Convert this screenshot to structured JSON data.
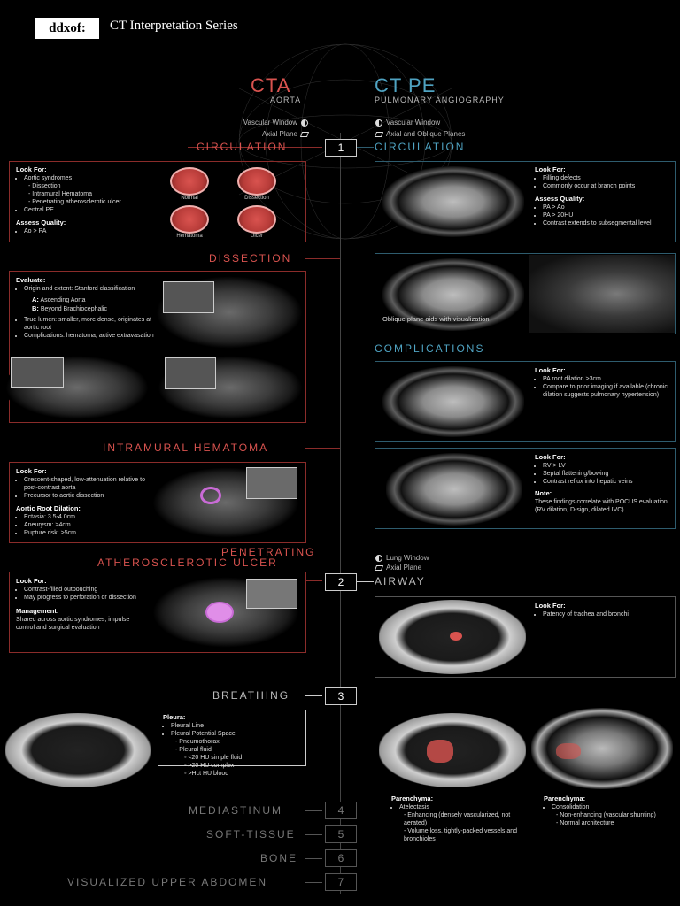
{
  "brand": {
    "logo": "ddxof:",
    "series": "CT Interpretation Series"
  },
  "left_header": {
    "title": "CTA",
    "subtitle": "AORTA",
    "window": "Vascular Window",
    "plane": "Axial Plane"
  },
  "right_header": {
    "title": "CT PE",
    "subtitle": "PULMONARY ANGIOGRAPHY",
    "window": "Vascular Window",
    "plane": "Axial and Oblique Planes"
  },
  "steps": [
    {
      "num": "1",
      "left": "CIRCULATION",
      "right": "CIRCULATION"
    },
    {
      "num": "2",
      "right": "AIRWAY"
    },
    {
      "num": "3",
      "left": "BREATHING"
    },
    {
      "num": "4",
      "left": "MEDIASTINUM"
    },
    {
      "num": "5",
      "left": "SOFT-TISSUE"
    },
    {
      "num": "6",
      "left": "BONE"
    },
    {
      "num": "7",
      "left": "VISUALIZED UPPER ABDOMEN"
    }
  ],
  "sections": {
    "dissection": "DISSECTION",
    "imh": "INTRAMURAL HEMATOMA",
    "pau1": "PENETRATING",
    "pau2": "ATHEROSCLEROTIC ULCER",
    "complications": "COMPLICATIONS"
  },
  "circ_left": {
    "look_for": "Look For:",
    "items": [
      "Aortic syndromes",
      "Central PE"
    ],
    "sub_items": [
      "Dissection",
      "Intramural Hematoma",
      "Penetrating atherosclerotic ulcer"
    ],
    "assess": "Assess Quality:",
    "assess_items": [
      "Ao > PA"
    ],
    "circle_labels": [
      "Normal",
      "Dissection",
      "Hematoma",
      "Ulcer"
    ]
  },
  "circ_right": {
    "look_for": "Look For:",
    "items": [
      "Filling defects",
      "Commonly occur at branch points"
    ],
    "assess": "Assess Quality:",
    "assess_items": [
      "PA > Ao",
      "PA > 20HU",
      "Contrast extends to subsegmental level"
    ],
    "oblique": "Oblique plane aids with visualization"
  },
  "dissection": {
    "evaluate": "Evaluate:",
    "item1": "Origin and extent: Stanford classification",
    "a_label": "A:",
    "a_text": "Ascending Aorta",
    "b_label": "B:",
    "b_text": "Beyond Brachiocephalic",
    "item2": "True lumen: smaller, more dense, originates at aortic root",
    "item3": "Complications: hematoma, active extravasation"
  },
  "complications": {
    "look1": "Look For:",
    "items1": [
      "PA root dilation >3cm",
      "Compare to prior imaging if available (chronic dilation suggests pulmonary hypertension)"
    ],
    "look2": "Look For:",
    "items2": [
      "RV > LV",
      "Septal flattening/bowing",
      "Contrast reflux into hepatic veins"
    ],
    "note_label": "Note:",
    "note": "These findings correlate with POCUS evaluation (RV dilation, D-sign, dilated IVC)"
  },
  "imh": {
    "look_for": "Look For:",
    "items": [
      "Crescent-shaped, low-attenuation relative to post-contrast aorta",
      "Precursor to aortic dissection"
    ],
    "root": "Aortic Root Dilation:",
    "root_items": [
      "Ectasia: 3.5-4.0cm",
      "Aneurysm: >4cm",
      "Rupture risk: >5cm"
    ]
  },
  "pau": {
    "look_for": "Look For:",
    "items": [
      "Contrast-filled outpouching",
      "May progress to perforation or dissection"
    ],
    "management": "Management:",
    "management_text": "Shared across aortic syndromes, impulse control and surgical evaluation"
  },
  "airway": {
    "window": "Lung Window",
    "plane": "Axial Plane",
    "look_for": "Look For:",
    "items": [
      "Patency of trachea and bronchi"
    ]
  },
  "breathing": {
    "pleura": "Pleura:",
    "items": [
      "Pleural Line",
      "Pleural Potential Space"
    ],
    "sub_items": [
      "Pneumothorax",
      "Pleural fluid"
    ],
    "fluid_items": [
      "<20 HU simple fluid",
      ">20 HU complex",
      ">Hct HU blood"
    ],
    "parenchyma1": "Parenchyma:",
    "p1_items": [
      "Atelectasis"
    ],
    "p1_sub": [
      "Enhancing (densely vascularized, not aerated)",
      "Volume loss, tightly-packed vessels and bronchioles"
    ],
    "parenchyma2": "Parenchyma:",
    "p2_items": [
      "Consolidation"
    ],
    "p2_sub": [
      "Non-enhancing (vascular shunting)",
      "Normal architecture"
    ]
  }
}
